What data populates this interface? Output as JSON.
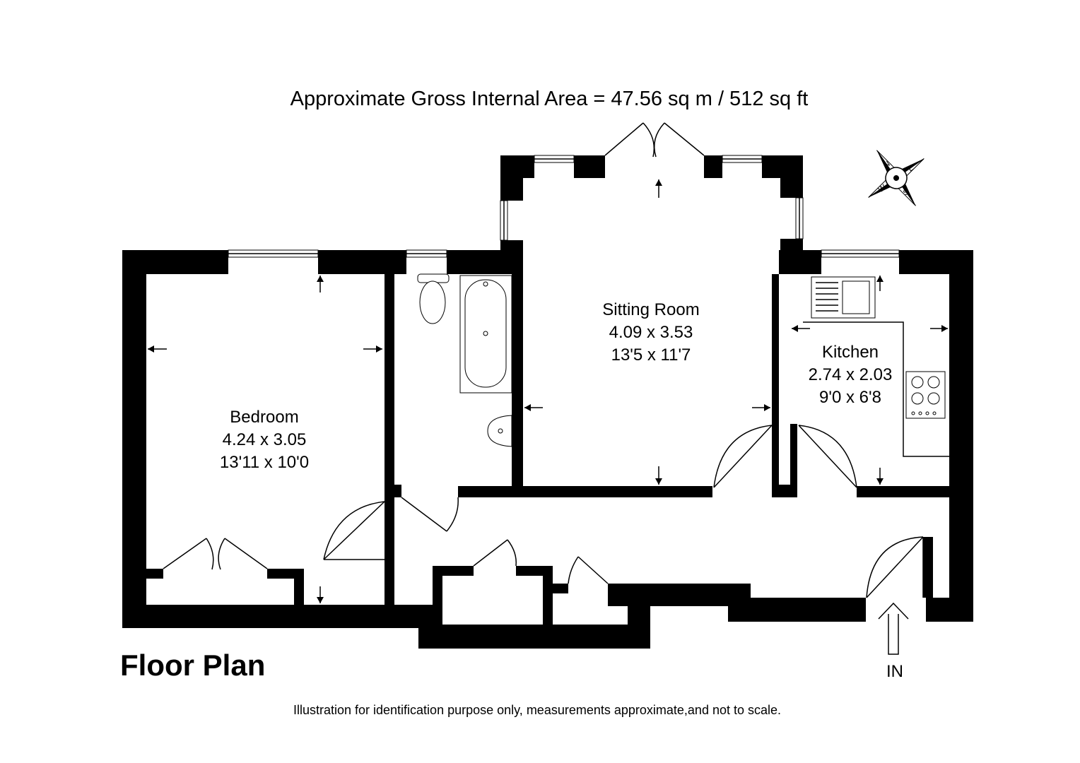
{
  "header": {
    "area_text": "Approximate Gross Internal Area = 47.56 sq m / 512 sq ft"
  },
  "rooms": [
    {
      "name": "Sitting Room",
      "metric": "4.09 x 3.53",
      "imperial": "13'5 x 11'7"
    },
    {
      "name": "Kitchen",
      "metric": "2.74 x 2.03",
      "imperial": "9'0 x 6'8"
    },
    {
      "name": "Bedroom",
      "metric": "4.24 x 3.05",
      "imperial": "13'11 x 10'0"
    }
  ],
  "entrance_label": "IN",
  "footer": {
    "title": "Floor Plan",
    "disclaimer": "Illustration for identification purpose only, measurements approximate,and not to scale."
  },
  "compass": {
    "icon": "compass-rose-icon",
    "letters": [
      "N",
      "E",
      "S",
      "W"
    ]
  }
}
